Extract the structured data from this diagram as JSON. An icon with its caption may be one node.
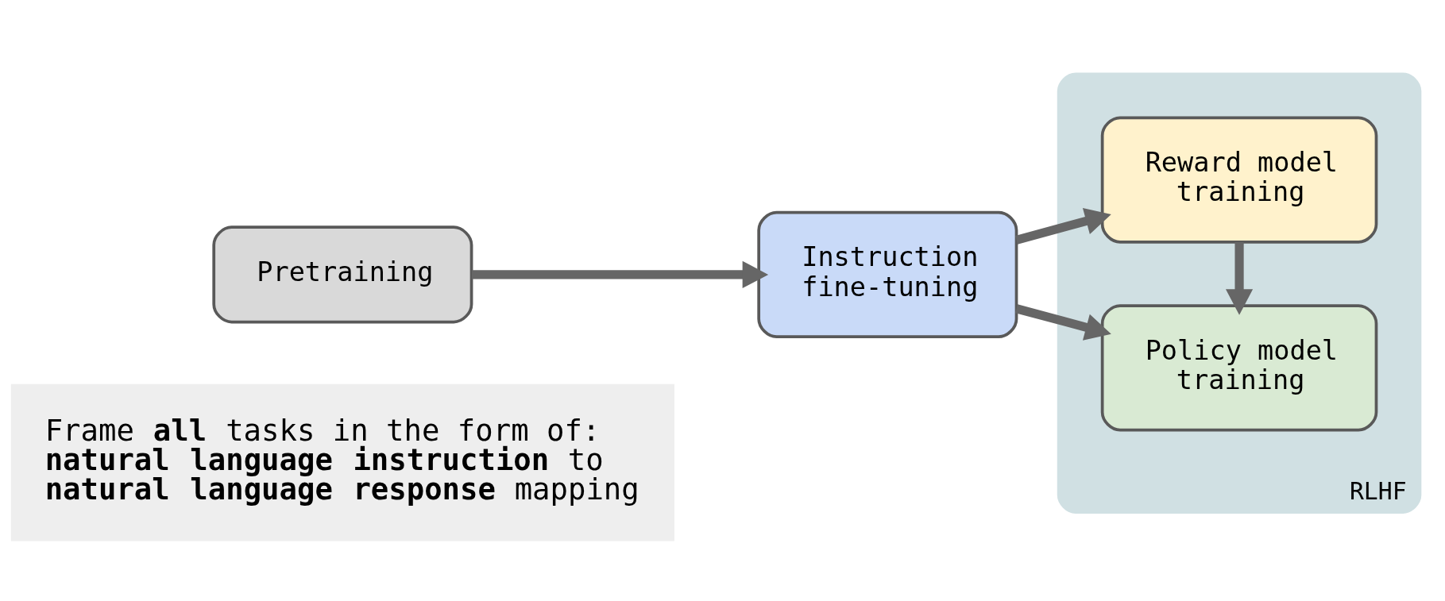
{
  "diagram": {
    "nodes": [
      {
        "text": [
          "Frame **all** tasks in the form of: **natural language instruction** to **natural language response** mapping"
        ]
      },
      {
        "text": [
          "Pretraining"
        ]
      },
      {
        "text": [
          "Instruction fine-tuning"
        ]
      },
      {
        "text": [
          "RLHF"
        ]
      },
      {
        "text": [
          "Reward model training"
        ],
        "in": 3
      },
      {
        "text": [
          "Policy model training"
        ],
        "in": 3
      }
    ],
    "edges": [
      {
        "from": 1,
        "to": 2,
        "arrow": "to"
      },
      {
        "from": 2,
        "to": 4,
        "arrow": "to"
      },
      {
        "from": 2,
        "to": 5,
        "arrow": "to"
      },
      {
        "from": 4,
        "to": 5,
        "arrow": "to"
      }
    ]
  }
}
